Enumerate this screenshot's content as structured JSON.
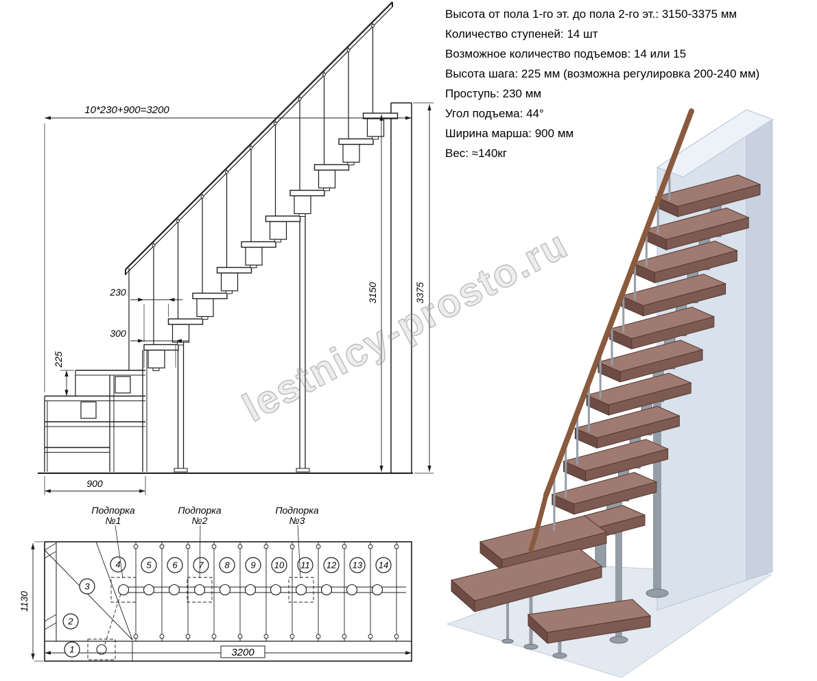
{
  "specs": {
    "lines": [
      "Высота от пола 1-го эт. до пола 2-го эт.: 3150-3375 мм",
      "Количество ступеней: 14 шт",
      "Возможное количество подъемов: 14 или 15",
      "Высота шага: 225 мм (возможна регулировка 200-240 мм)",
      "Проступь: 230 мм",
      "Угол подъема: 44°",
      "Ширина марша: 900 мм",
      "Вес: ≈140кг"
    ]
  },
  "elevation": {
    "dim_total_top": "10*230+900=3200",
    "dim_tread": "230",
    "dim_module": "300",
    "dim_rise": "225",
    "dim_floor_height": "3150",
    "dim_total_height": "3375",
    "dim_march_width": "900"
  },
  "plan": {
    "dim_depth": "1130",
    "dim_length": "3200",
    "supports": [
      {
        "line1": "Подпорка",
        "line2": "№1"
      },
      {
        "line1": "Подпорка",
        "line2": "№2"
      },
      {
        "line1": "Подпорка",
        "line2": "№3"
      }
    ],
    "steps": [
      "1",
      "2",
      "3",
      "4",
      "5",
      "6",
      "7",
      "8",
      "9",
      "10",
      "11",
      "12",
      "13",
      "14"
    ]
  },
  "watermark": "lestnicy-prosto.ru",
  "colors": {
    "line": "#1c1c1c",
    "tread_top": "#9e7a71",
    "tread_front": "#7d5a52",
    "tread_side": "#6d4c45",
    "tread_edge": "#54392f",
    "rail": "#8a5a3e",
    "metal": "#949ca6",
    "metal_dark": "#6b737c",
    "wall_face": "#d9e1ec",
    "wall_side": "#c7d1e0",
    "wall_top": "#edf2f8",
    "floor": "#e3e9f1"
  }
}
